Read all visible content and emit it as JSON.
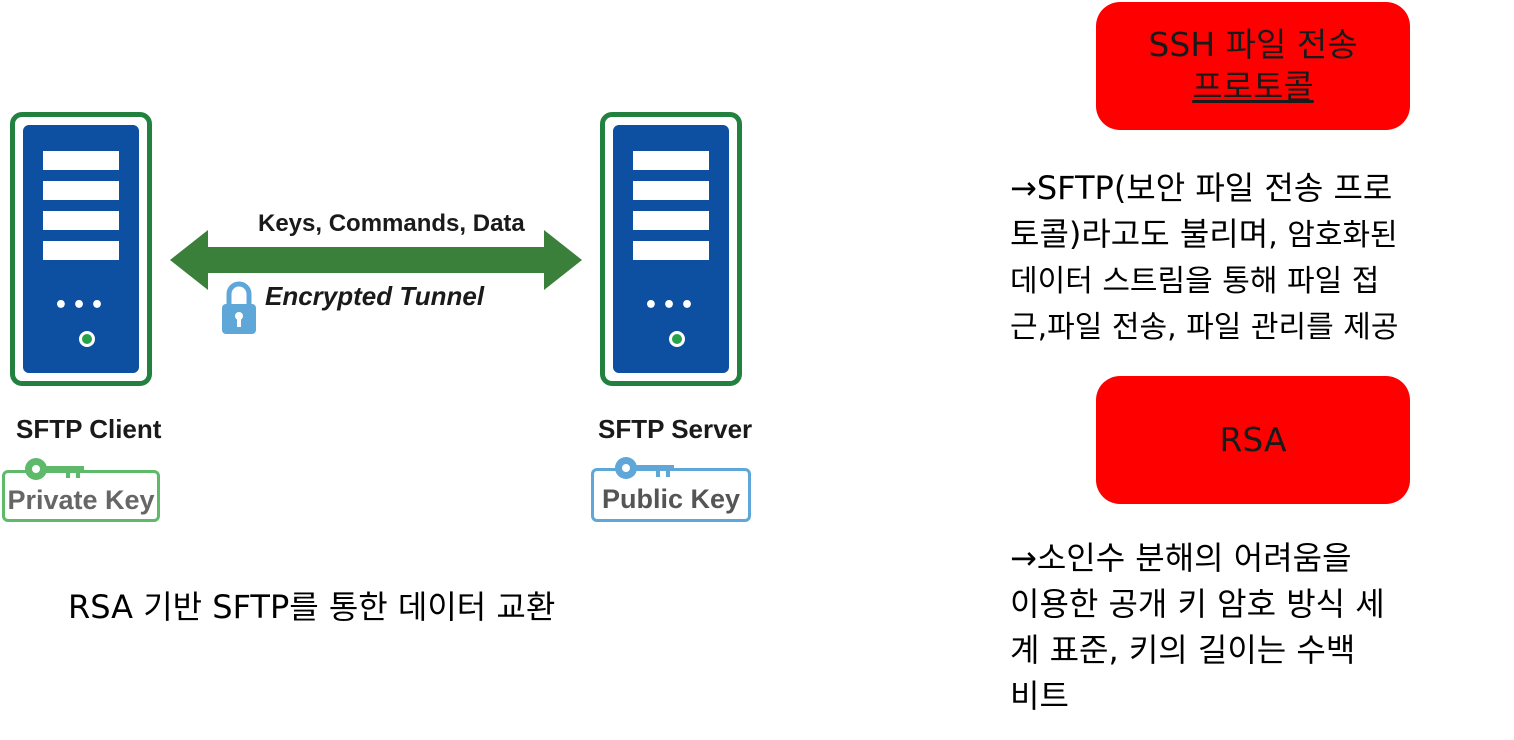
{
  "diagram": {
    "client_label": "SFTP Client",
    "server_label": "SFTP Server",
    "client_key": "Private Key",
    "server_key": "Public Key",
    "arrow_label": "Keys, Commands, Data",
    "tunnel_label": "Encrypted Tunnel",
    "dots": "•••",
    "colors": {
      "server_border": "#22813f",
      "server_body": "#0d4fa0",
      "arrow": "#3a7f3a",
      "private_key": "#5fb96b",
      "public_key": "#5fa7d8",
      "highlight": "#ff0000"
    }
  },
  "caption": "RSA 기반 SFTP를 통한 데이터 교환",
  "ssh": {
    "box_line1": "SSH 파일 전송",
    "box_line2": "프로토콜",
    "desc_line1": "→SFTP(보안 파일 전송 프로",
    "desc_line2a": "토콜)라고도 불리며",
    "desc_line2b": ", 암호화된",
    "desc_line3": "데이터 스트림을 통해 파일 접",
    "desc_line4": "근,파일 전송, 파일 관리를 제공"
  },
  "rsa": {
    "box_label": "RSA",
    "desc_line1": "→소인수 분해의 어려움을",
    "desc_line2": "이용한 공개 키 암호 방식 세",
    "desc_line3": "계 표준, 키의 길이는 수백",
    "desc_line4": "비트"
  }
}
